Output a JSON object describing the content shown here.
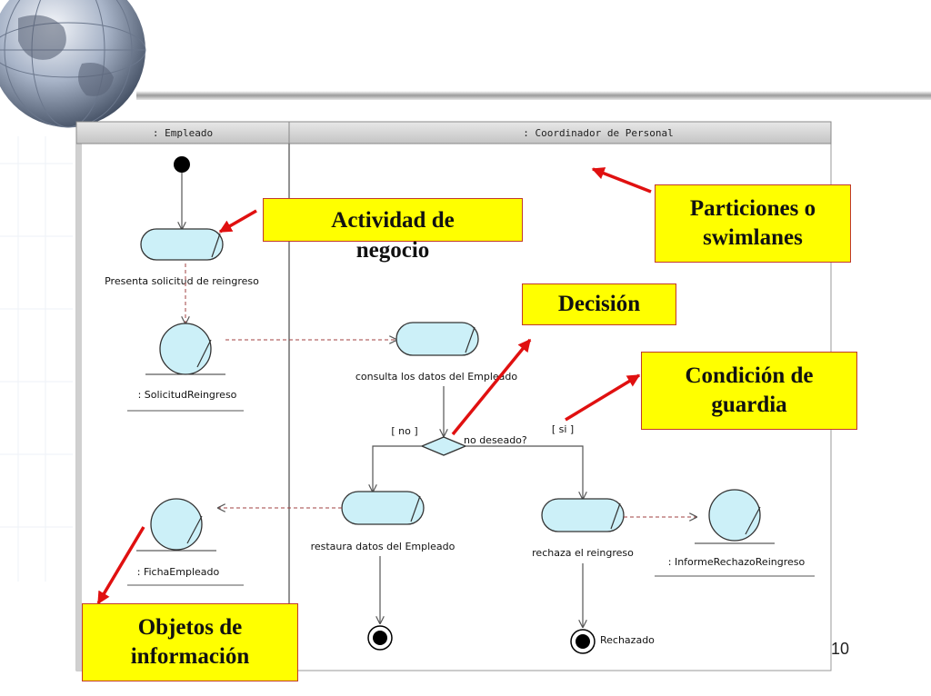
{
  "diagram": {
    "swimlanes": [
      ": Empleado",
      ": Coordinador de Personal"
    ],
    "nodes": {
      "activity_presenta": "Presenta solicitud de reingreso",
      "object_solicitud": ": SolicitudReingreso",
      "activity_consulta": "consulta los datos del Empleado",
      "decision_question": "no deseado?",
      "guard_no": "[ no ]",
      "guard_si": "[ si ]",
      "object_ficha": ": FichaEmpleado",
      "activity_restaura": "restaura datos del Empleado",
      "activity_rechaza": "rechaza el reingreso",
      "object_informe": ": InformeRechazoReingreso",
      "final_rechazado": "Rechazado"
    }
  },
  "callouts": {
    "actividad": [
      "Actividad de",
      "negocio"
    ],
    "particiones": [
      "Particiones o",
      "swimlanes"
    ],
    "decision": "Decisión",
    "condicion": [
      "Condición de",
      "guardia"
    ],
    "objetos": [
      "Objetos de",
      "información"
    ]
  },
  "page_number": "10",
  "colors": {
    "activity_fill": "#ccf0f8",
    "callout_fill": "#ffff00",
    "arrow": "#e01010"
  }
}
